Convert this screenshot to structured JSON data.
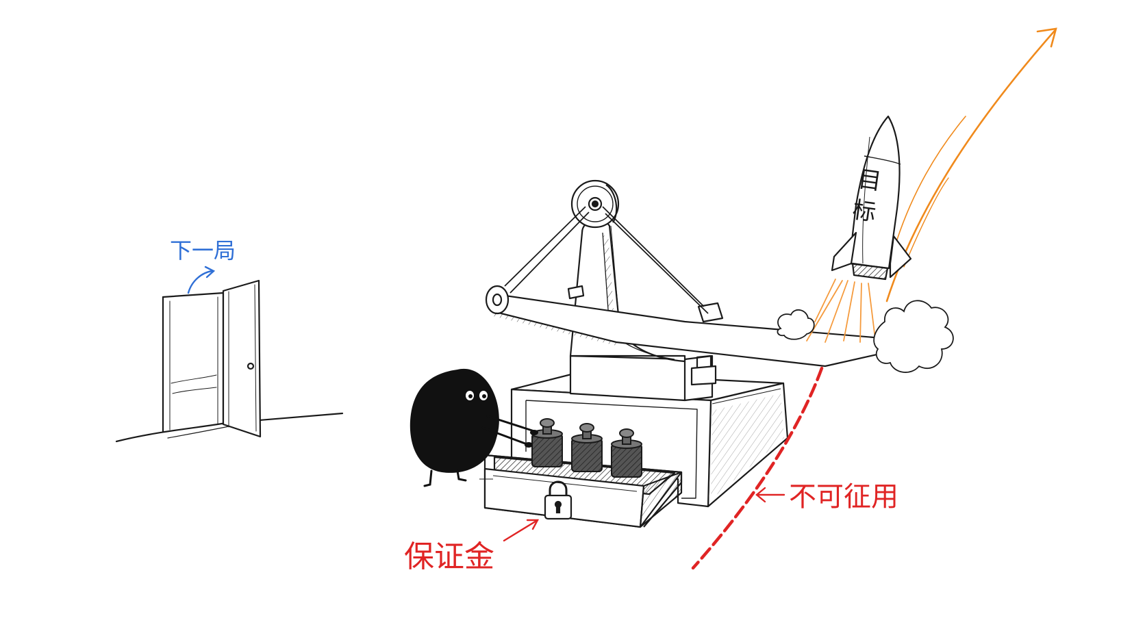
{
  "labels": {
    "next_round": "下一局",
    "deposit": "保证金",
    "not_usable": "不可征用",
    "goal_line1": "目",
    "goal_line2": "标"
  },
  "colors": {
    "ink": "#1a1a1a",
    "next_round": "#2f6fd6",
    "deposit": "#e02424",
    "not_usable": "#e02424",
    "trajectory": "#f08a1c",
    "exhaust": "#f59a3c",
    "background": "#ffffff"
  },
  "icons": {
    "door": "door-icon",
    "lock": "padlock-icon",
    "rocket": "rocket-icon",
    "character": "blob-character-icon"
  }
}
